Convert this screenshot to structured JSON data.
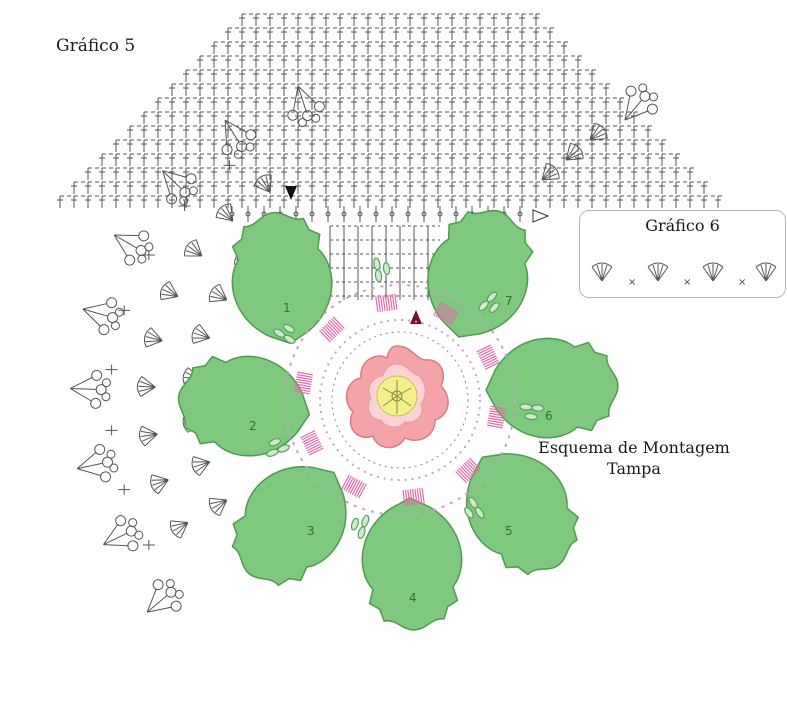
{
  "diagram": {
    "chart5_title": "Gráfico 5",
    "chart6_title": "Gráfico 6",
    "caption_line1": "Esquema de Montagem",
    "caption_line2": "Tampa",
    "leaf_numbers": [
      "1",
      "2",
      "3",
      "4",
      "5",
      "6",
      "7"
    ],
    "chart6_stitch_sequence": [
      "shell",
      "x",
      "shell",
      "x",
      "shell",
      "x",
      "shell"
    ]
  },
  "colors": {
    "leaf_green": "#7fc97f",
    "leaf_outline": "#4f9a4f",
    "flower_pink": "#f4a3a8",
    "flower_center": "#f3f08c",
    "accent_pink": "#e46aa8",
    "stitch_ink": "#444444"
  },
  "icons": {
    "shell": "shell-stitch-icon",
    "single": "single-crochet-icon",
    "chain": "chain-stitch-icon",
    "arrow": "start-arrow-icon"
  }
}
